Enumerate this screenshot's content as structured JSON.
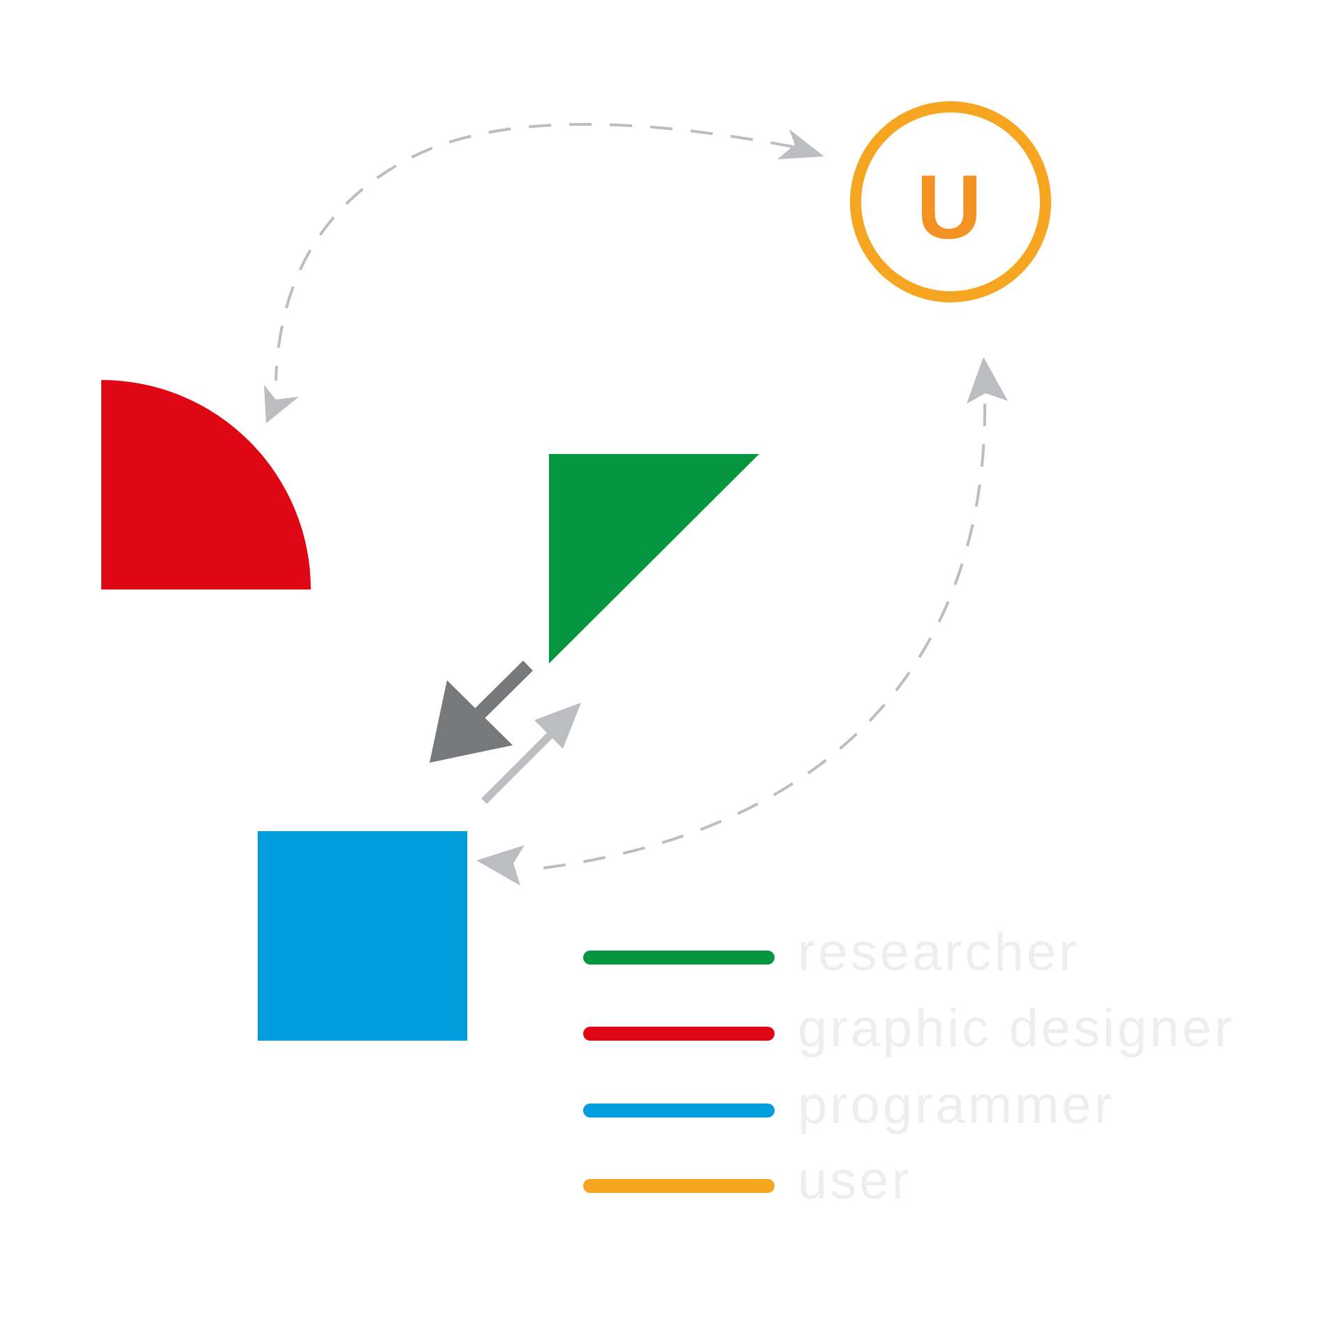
{
  "diagram": {
    "user_node": {
      "letter": "U"
    },
    "legend": [
      {
        "label": "researcher"
      },
      {
        "label": "graphic designer"
      },
      {
        "label": "programmer"
      },
      {
        "label": "user"
      }
    ]
  },
  "colors": {
    "researcher": "#05963f",
    "graphic_designer": "#e00714",
    "programmer": "#009ddd",
    "user": "#f5a51f",
    "user_letter": "#f39123",
    "connector_light": "#bcbdc0",
    "connector_dark": "#77787a",
    "legend_text": "#eeeeee"
  },
  "icons": {
    "researcher": "green-right-triangle",
    "graphic_designer": "red-quarter-circle",
    "programmer": "blue-square",
    "user": "orange-circle-with-letter"
  }
}
